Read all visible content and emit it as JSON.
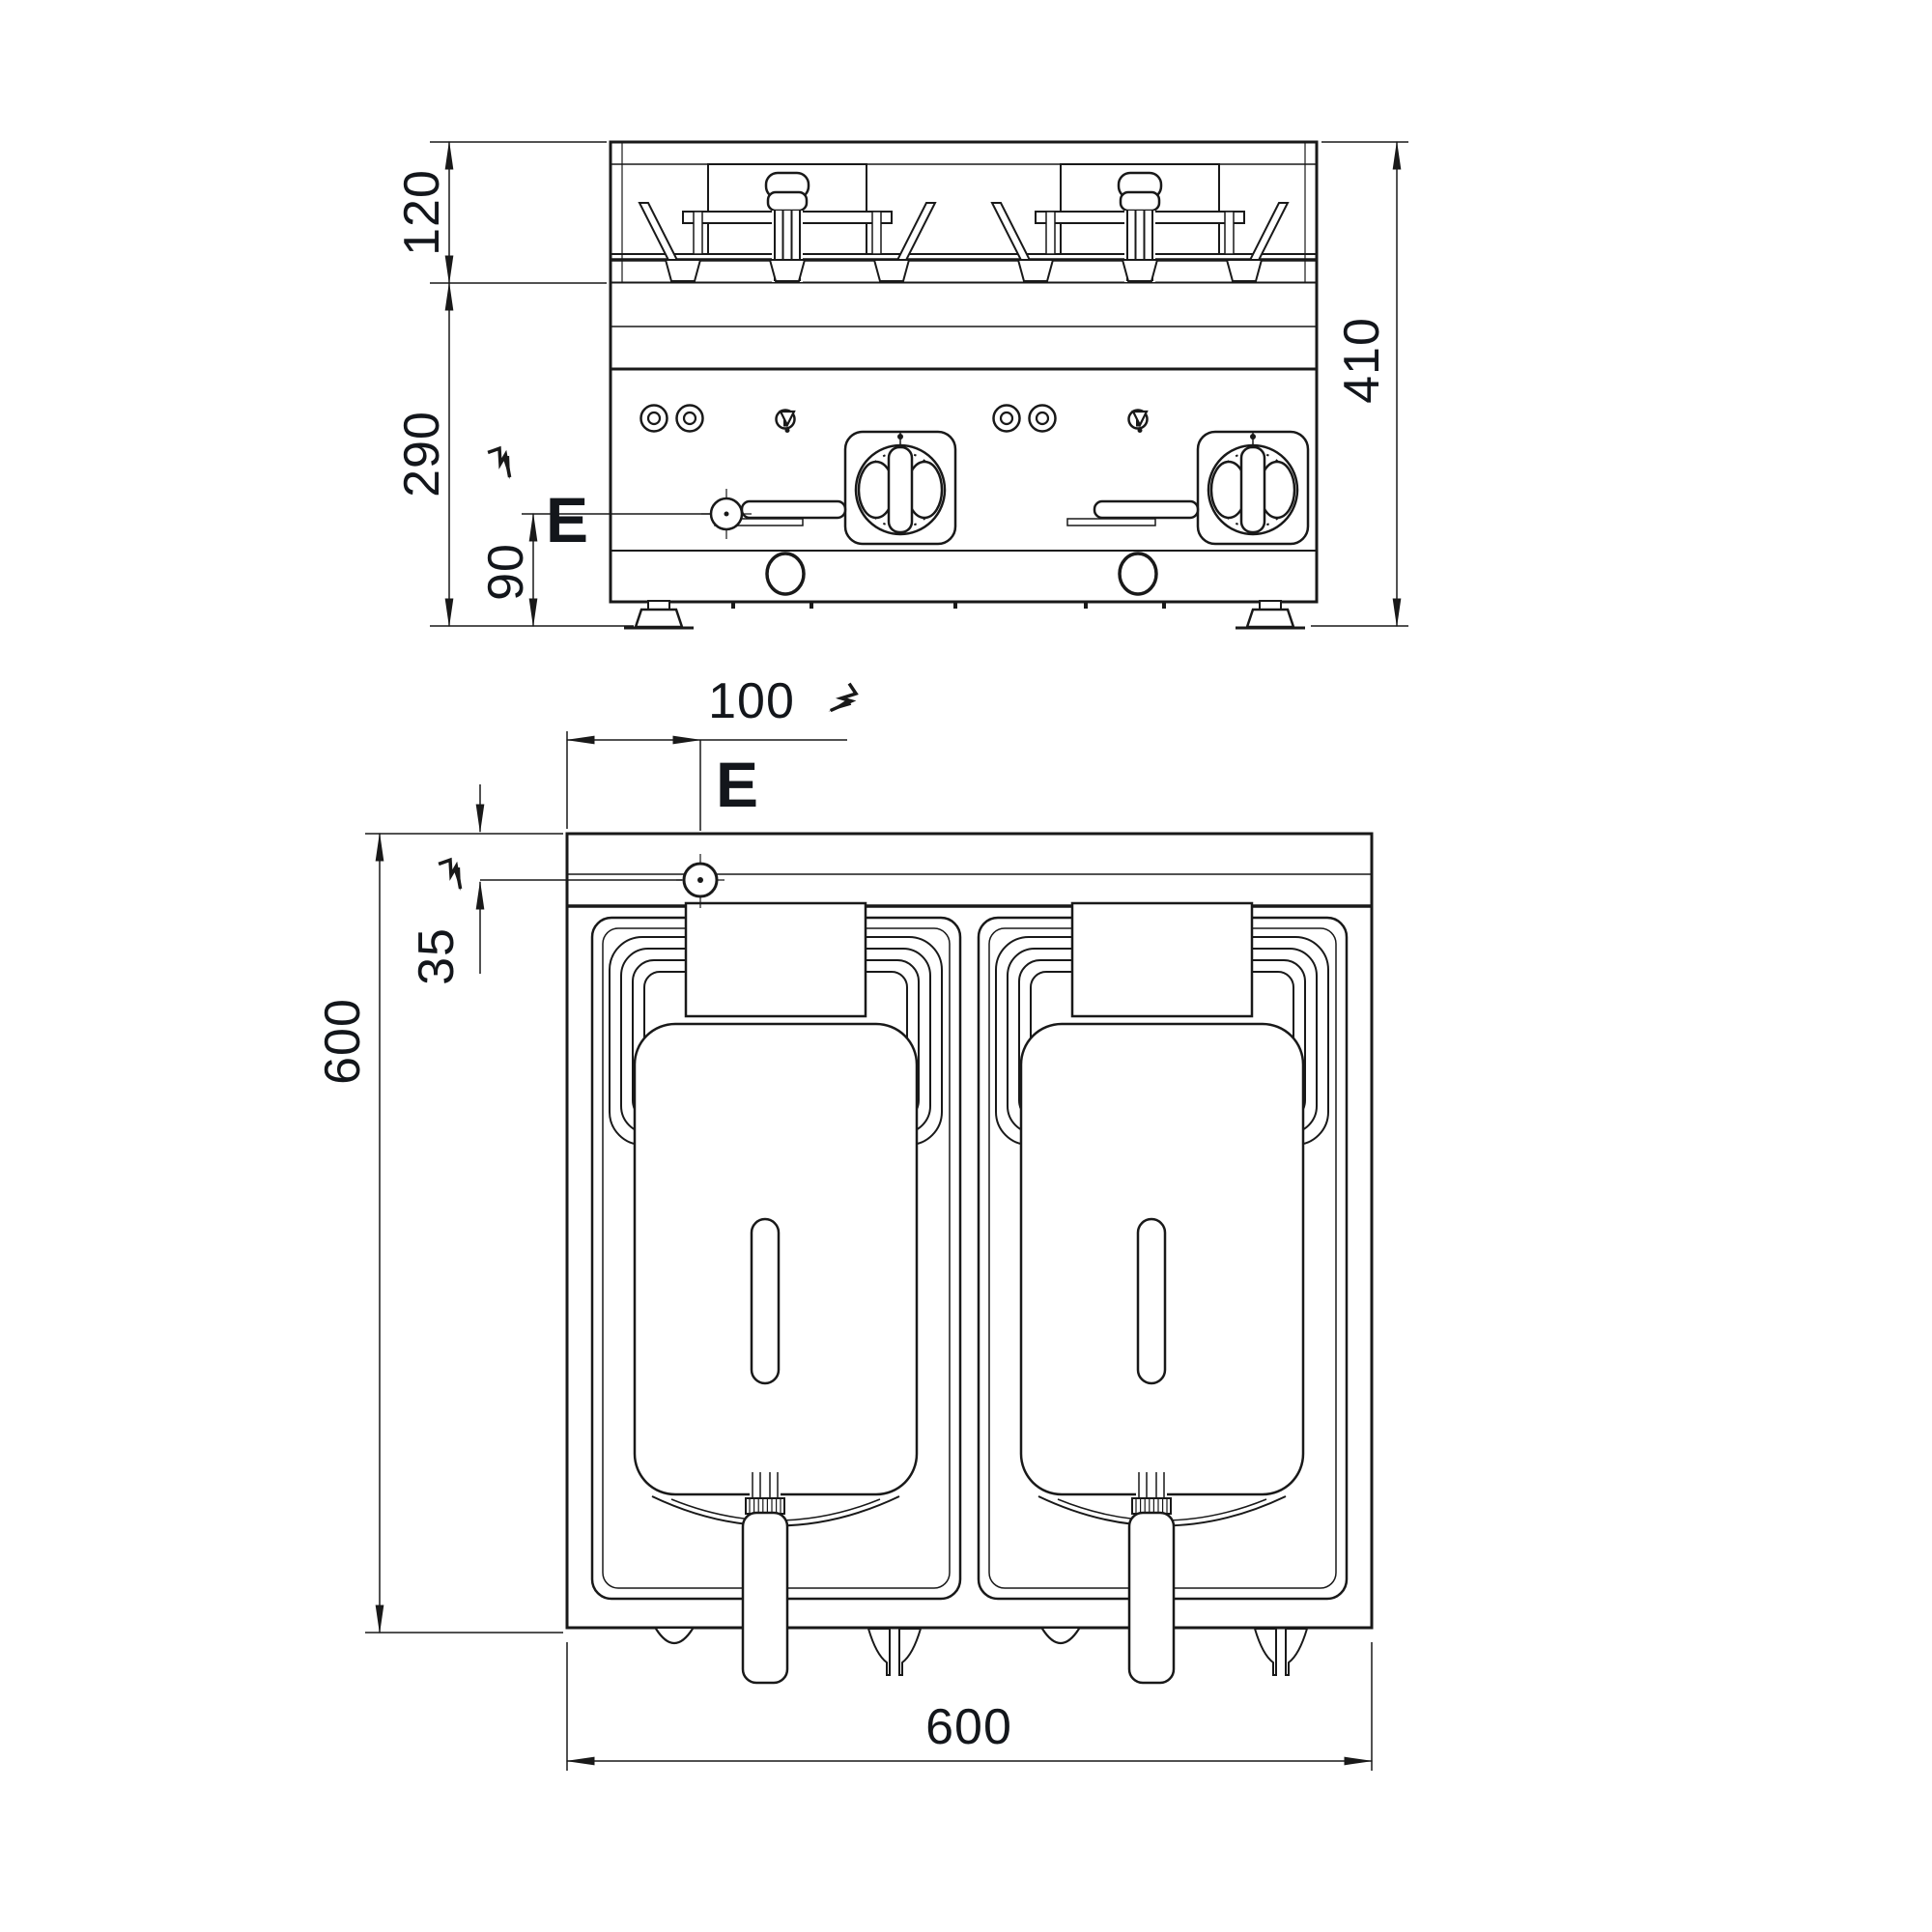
{
  "front_view": {
    "label_upper_height": "120",
    "label_body_height": "290",
    "label_electric_inlet_height": "90",
    "label_total_height": "410",
    "label_electric_point": "E"
  },
  "top_view": {
    "label_electric_offset_from_left": "100",
    "label_electric_offset_from_back": "35",
    "label_depth": "600",
    "label_width": "600",
    "label_electric_point": "E"
  },
  "symbols": {
    "electric_supply_icon": "lightning-bolt-arrow",
    "electric_connection_point_icon": "circle-crosshair"
  },
  "colors": {
    "line": "#191919",
    "text": "#13161b"
  }
}
